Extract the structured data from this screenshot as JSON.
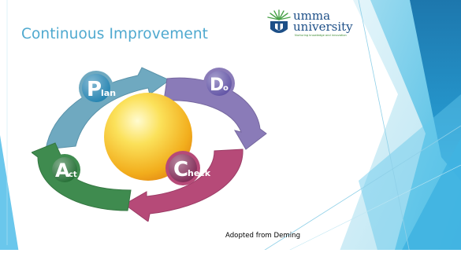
{
  "slide": {
    "title": "Continuous Improvement",
    "caption": "Adopted from Deming"
  },
  "logo": {
    "name_line1": "umma",
    "name_line2": "university",
    "tagline": "Nurturing knowledge and innovation"
  },
  "cycle": {
    "stages": [
      {
        "id": "plan",
        "initial": "P",
        "rest": "lan",
        "color": "#6fa9c0"
      },
      {
        "id": "do",
        "initial": "D",
        "rest": "o",
        "color": "#8a7bb8"
      },
      {
        "id": "check",
        "initial": "C",
        "rest": "heck",
        "color": "#b64a78"
      },
      {
        "id": "act",
        "initial": "A",
        "rest": "ct",
        "color": "#3f8b4f"
      }
    ]
  },
  "colors": {
    "title": "#4fa9cf",
    "panel_light": "#bfe6f2",
    "panel_mid": "#4fc0e6",
    "panel_dark": "#1f8ec3",
    "sphere": "#f6c324"
  }
}
